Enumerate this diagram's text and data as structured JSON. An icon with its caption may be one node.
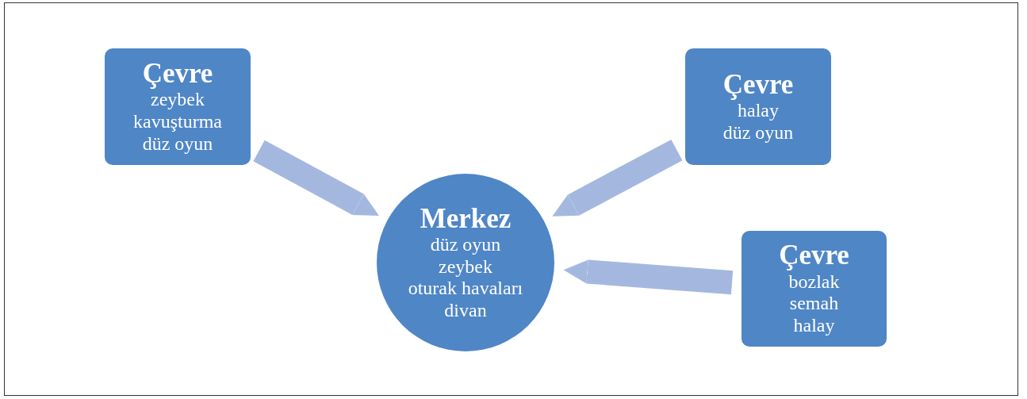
{
  "diagram": {
    "nodes": [
      {
        "text": [
          "Çevre",
          "zeybek",
          "kavuşturma",
          "düz oyun"
        ]
      },
      {
        "text": [
          "Çevre",
          "halay",
          "düz oyun"
        ]
      },
      {
        "text": [
          "Merkez",
          "düz oyun",
          "zeybek",
          "oturak havaları",
          "divan"
        ]
      },
      {
        "text": [
          "Çevre",
          "bozlak",
          "semah",
          "halay"
        ]
      }
    ],
    "edges": [
      {
        "from": 0,
        "to": 2,
        "arrow": "to"
      },
      {
        "from": 1,
        "to": 2,
        "arrow": "to"
      },
      {
        "from": 3,
        "to": 2,
        "arrow": "to"
      }
    ]
  }
}
